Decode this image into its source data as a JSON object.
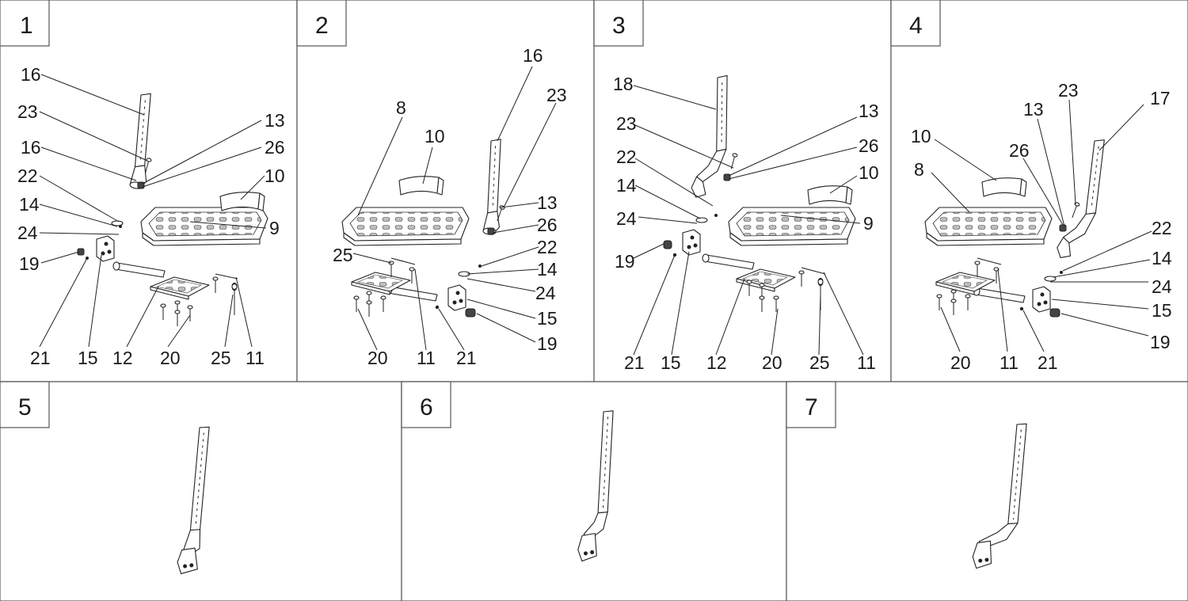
{
  "panels": [
    {
      "id": "1",
      "callouts": [
        "16",
        "23",
        "16",
        "22",
        "14",
        "24",
        "19",
        "13",
        "26",
        "10",
        "9",
        "21",
        "15",
        "12",
        "20",
        "25",
        "11"
      ]
    },
    {
      "id": "2",
      "callouts": [
        "16",
        "23",
        "8",
        "10",
        "25",
        "13",
        "26",
        "22",
        "14",
        "24",
        "15",
        "19",
        "20",
        "11",
        "21"
      ]
    },
    {
      "id": "3",
      "callouts": [
        "18",
        "23",
        "22",
        "14",
        "24",
        "19",
        "13",
        "26",
        "10",
        "9",
        "21",
        "15",
        "12",
        "20",
        "25",
        "11"
      ]
    },
    {
      "id": "4",
      "callouts": [
        "23",
        "13",
        "17",
        "10",
        "26",
        "8",
        "22",
        "14",
        "24",
        "15",
        "19",
        "20",
        "11",
        "21"
      ]
    },
    {
      "id": "5",
      "callouts": []
    },
    {
      "id": "6",
      "callouts": []
    },
    {
      "id": "7",
      "callouts": []
    }
  ],
  "colors": {
    "line": "#222222",
    "frame": "#555555",
    "background": "#ffffff"
  }
}
